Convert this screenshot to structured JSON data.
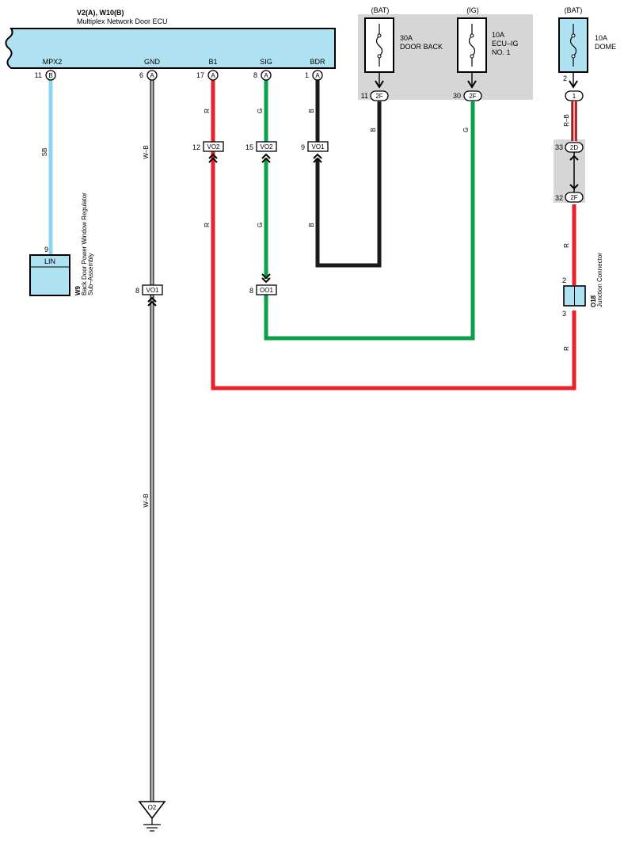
{
  "ecu": {
    "id": "V2(A), W10(B)",
    "name": "Multiplex Network Door ECU",
    "pins": [
      {
        "label": "MPX2",
        "num": "11",
        "conn": "B"
      },
      {
        "label": "GND",
        "num": "6",
        "conn": "A"
      },
      {
        "label": "B1",
        "num": "17",
        "conn": "A"
      },
      {
        "label": "SIG",
        "num": "8",
        "conn": "A"
      },
      {
        "label": "BDR",
        "num": "1",
        "conn": "A"
      }
    ]
  },
  "fuses": [
    {
      "source": "(BAT)",
      "amp": "30A",
      "name1": "DOOR BACK",
      "name2": "",
      "pin": "11",
      "conn": "2F"
    },
    {
      "source": "(IG)",
      "amp": "10A",
      "name1": "ECU–IG",
      "name2": "NO. 1",
      "pin": "30",
      "conn": "2F"
    },
    {
      "source": "(BAT)",
      "amp": "10A",
      "name1": "DOME",
      "name2": "",
      "pin": "2",
      "conn": "1"
    }
  ],
  "wire_colors": {
    "sb": "SB",
    "wb": "W–B",
    "r": "R",
    "g": "G",
    "b": "B",
    "rb": "R–B"
  },
  "inline_connectors": [
    {
      "pin": "12",
      "conn": "VO2"
    },
    {
      "pin": "15",
      "conn": "VO2"
    },
    {
      "pin": "9",
      "conn": "VO1"
    },
    {
      "pin": "8",
      "conn": "VO1"
    },
    {
      "pin": "8",
      "conn": "OO1"
    },
    {
      "pin": "33",
      "conn": "2D"
    },
    {
      "pin": "32",
      "conn": "2F"
    }
  ],
  "regulator": {
    "pin": "9",
    "term": "LIN",
    "id": "W9",
    "name1": "Back Door Power Window Regulator",
    "name2": "Sub–Assembly"
  },
  "junction": {
    "pin_top": "2",
    "pin_bottom": "3",
    "id": "O18",
    "name": "Junction Connector"
  },
  "ground": {
    "label": "O2"
  },
  "colors": {
    "ecu_fill": "#aee2f2",
    "sb": "#8fd4ee",
    "red": "#e8202a",
    "green": "#0aa04a",
    "black": "#1a1a1a",
    "gray_panel": "#d6d6d6"
  }
}
